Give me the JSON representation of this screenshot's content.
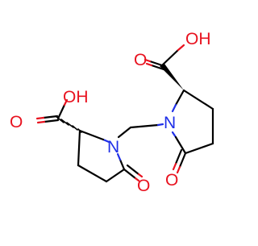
{
  "colors": {
    "carbon_bond": "#000000",
    "oxygen": "#e8121f",
    "nitrogen": "#1f2fe8",
    "background": "#ffffff"
  },
  "atoms": {
    "oh_right": "OH",
    "o_right_carbonyl_acid": "O",
    "n_right": "N",
    "o_right_lactam": "O",
    "oh_left": "OH",
    "o_left_carbonyl_acid": "O",
    "n_left": "N",
    "o_left_lactam": "O"
  }
}
